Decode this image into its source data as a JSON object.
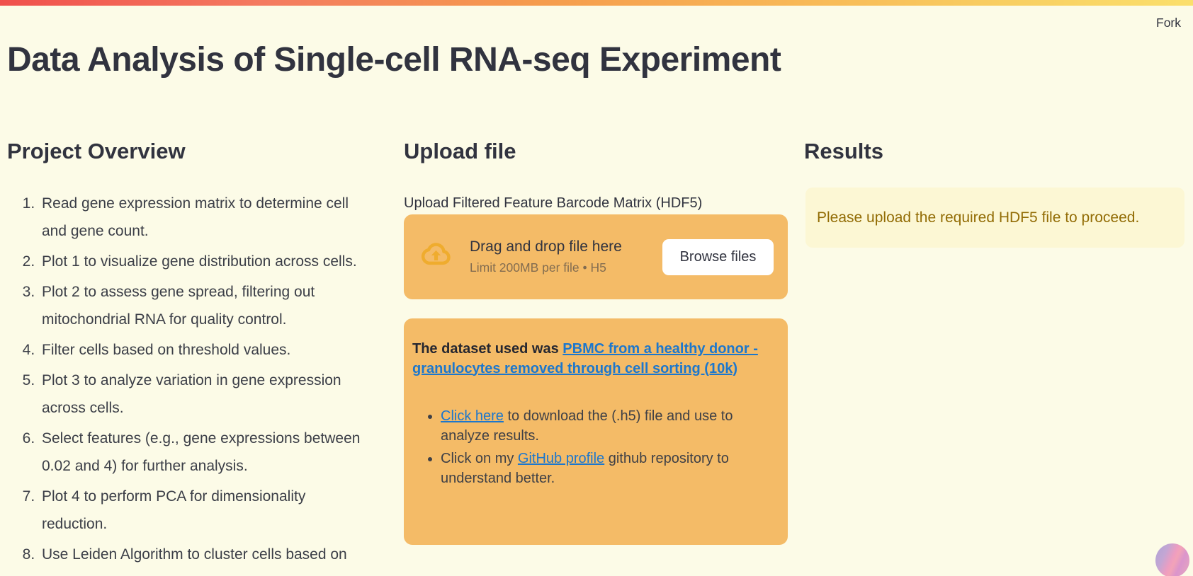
{
  "page": {
    "fork_label": "Fork",
    "title": "Data Analysis of Single-cell RNA-seq Experiment"
  },
  "overview": {
    "heading": "Project Overview",
    "items": [
      [
        "Read gene expression matrix to determine cell",
        "and gene count."
      ],
      [
        "Plot 1 to visualize gene distribution across cells."
      ],
      [
        "Plot 2 to assess gene spread, filtering out",
        "mitochondrial RNA for quality control."
      ],
      [
        "Filter cells based on threshold values."
      ],
      [
        "Plot 3 to analyze variation in gene expression",
        "across cells."
      ],
      [
        "Select features (e.g., gene expressions between",
        "0.02 and 4) for further analysis."
      ],
      [
        "Plot 4 to perform PCA for dimensionality",
        "reduction."
      ],
      [
        "Use Leiden Algorithm to cluster cells based on"
      ]
    ]
  },
  "upload": {
    "heading": "Upload file",
    "uploader_label": "Upload Filtered Feature Barcode Matrix (HDF5)",
    "dropzone": {
      "instructions": "Drag and drop file here",
      "limit": "Limit 200MB per file • H5",
      "browse_button": "Browse files"
    },
    "info": {
      "prefix": "The dataset used was ",
      "link_text": "PBMC from a healthy donor - granulocytes removed through cell sorting (10k)",
      "bullet1": {
        "link_text": "Click here",
        "rest": " to download the (.h5) file and use to analyze results."
      },
      "bullet2": {
        "pre": "Click on my ",
        "link_text": "GitHub profile",
        "rest": " github repository to understand better."
      }
    }
  },
  "results": {
    "heading": "Results",
    "warning": "Please upload the required HDF5 file to proceed."
  },
  "colors": {
    "accent_orange": "#F4BB67",
    "cloud_icon": "#EFAC2E",
    "link_blue": "#1C77CD",
    "warning_bg": "#FCF7D4",
    "warning_text": "#926C05",
    "background": "#FCFBE7",
    "decoration_start": "#F0504C",
    "decoration_end": "#FBDF6C"
  }
}
